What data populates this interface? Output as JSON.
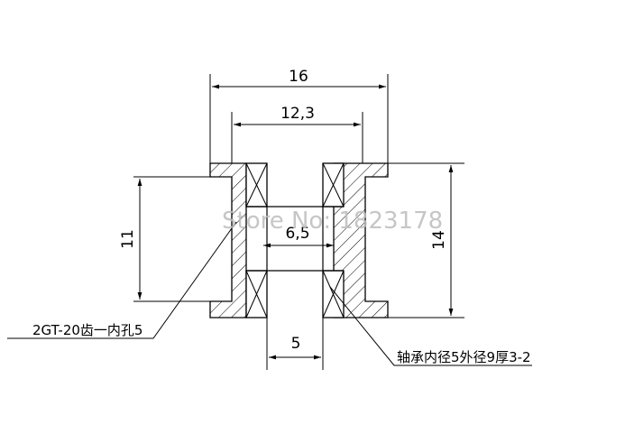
{
  "dimensions": {
    "outer_width": "16",
    "bearing_span": "12,3",
    "bore": "6,5",
    "inner_height": "11",
    "overall_height": "14",
    "bottom_width": "5"
  },
  "callouts": {
    "pulley": "2GT-20齿一内孔5",
    "bearing": "轴承内径5外径9厚3-2"
  },
  "watermark": "Store No: 1823178"
}
